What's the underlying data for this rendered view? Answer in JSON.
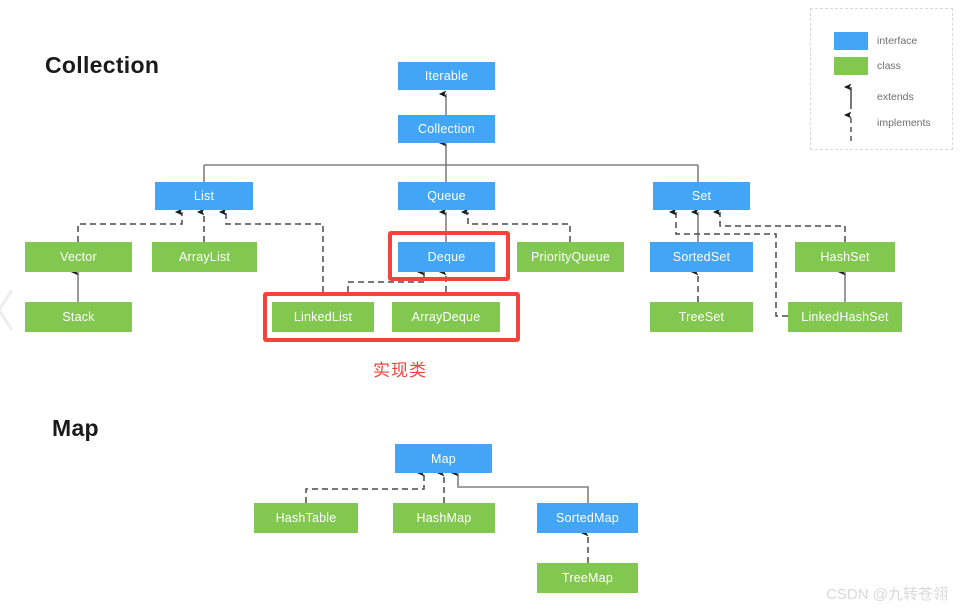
{
  "page": {
    "watermark": "CSDN @九转苍翎"
  },
  "sections": [
    {
      "id": "collection",
      "title": "Collection"
    },
    {
      "id": "map",
      "title": "Map"
    }
  ],
  "legend": {
    "items": [
      {
        "label": "interface",
        "kind": "swatch",
        "color": "#42a5f5"
      },
      {
        "label": "class",
        "kind": "swatch",
        "color": "#82c850"
      },
      {
        "label": "extends",
        "kind": "solid-arrow"
      },
      {
        "label": "implements",
        "kind": "dashed-arrow"
      }
    ]
  },
  "annotations": [
    {
      "id": "impl-classes",
      "text": "实现类",
      "color": "#f4433a"
    }
  ],
  "colors": {
    "interface": "#42a5f5",
    "class": "#82c850",
    "highlight": "#f4433a",
    "wire": "#808080",
    "title": "#1a1a1a",
    "legend_text": "#6f6f6f",
    "watermark": "#d9d9d9"
  },
  "nodes": {
    "iterable": {
      "label": "Iterable",
      "type": "interface"
    },
    "collection": {
      "label": "Collection",
      "type": "interface"
    },
    "list": {
      "label": "List",
      "type": "interface"
    },
    "queue": {
      "label": "Queue",
      "type": "interface"
    },
    "set": {
      "label": "Set",
      "type": "interface"
    },
    "vector": {
      "label": "Vector",
      "type": "class"
    },
    "arraylist": {
      "label": "ArrayList",
      "type": "class"
    },
    "stack": {
      "label": "Stack",
      "type": "class"
    },
    "deque": {
      "label": "Deque",
      "type": "interface"
    },
    "priorityqueue": {
      "label": "PriorityQueue",
      "type": "class"
    },
    "linkedlist": {
      "label": "LinkedList",
      "type": "class"
    },
    "arraydeque": {
      "label": "ArrayDeque",
      "type": "class"
    },
    "sortedset": {
      "label": "SortedSet",
      "type": "interface"
    },
    "hashset": {
      "label": "HashSet",
      "type": "class"
    },
    "treeset": {
      "label": "TreeSet",
      "type": "class"
    },
    "linkedhashset": {
      "label": "LinkedHashSet",
      "type": "class"
    },
    "map": {
      "label": "Map",
      "type": "interface"
    },
    "hashtable": {
      "label": "HashTable",
      "type": "class"
    },
    "hashmap": {
      "label": "HashMap",
      "type": "class"
    },
    "sortedmap": {
      "label": "SortedMap",
      "type": "interface"
    },
    "treemap": {
      "label": "TreeMap",
      "type": "class"
    }
  },
  "relations": [
    {
      "from": "collection",
      "to": "iterable",
      "kind": "extends"
    },
    {
      "from": "list",
      "to": "collection",
      "kind": "extends"
    },
    {
      "from": "queue",
      "to": "collection",
      "kind": "extends"
    },
    {
      "from": "set",
      "to": "collection",
      "kind": "extends"
    },
    {
      "from": "vector",
      "to": "list",
      "kind": "implements"
    },
    {
      "from": "arraylist",
      "to": "list",
      "kind": "implements"
    },
    {
      "from": "linkedlist",
      "to": "list",
      "kind": "implements"
    },
    {
      "from": "stack",
      "to": "vector",
      "kind": "extends"
    },
    {
      "from": "deque",
      "to": "queue",
      "kind": "extends"
    },
    {
      "from": "priorityqueue",
      "to": "queue",
      "kind": "implements"
    },
    {
      "from": "linkedlist",
      "to": "deque",
      "kind": "implements"
    },
    {
      "from": "arraydeque",
      "to": "deque",
      "kind": "implements"
    },
    {
      "from": "sortedset",
      "to": "set",
      "kind": "extends"
    },
    {
      "from": "hashset",
      "to": "set",
      "kind": "implements"
    },
    {
      "from": "linkedhashset",
      "to": "set",
      "kind": "implements"
    },
    {
      "from": "treeset",
      "to": "sortedset",
      "kind": "implements"
    },
    {
      "from": "linkedhashset",
      "to": "hashset",
      "kind": "extends"
    },
    {
      "from": "hashtable",
      "to": "map",
      "kind": "implements"
    },
    {
      "from": "hashmap",
      "to": "map",
      "kind": "implements"
    },
    {
      "from": "sortedmap",
      "to": "map",
      "kind": "extends"
    },
    {
      "from": "treemap",
      "to": "sortedmap",
      "kind": "implements"
    }
  ],
  "highlights": [
    {
      "id": "deque-highlight",
      "targets": [
        "deque"
      ]
    },
    {
      "id": "impl-highlight",
      "targets": [
        "linkedlist",
        "arraydeque"
      ]
    }
  ]
}
